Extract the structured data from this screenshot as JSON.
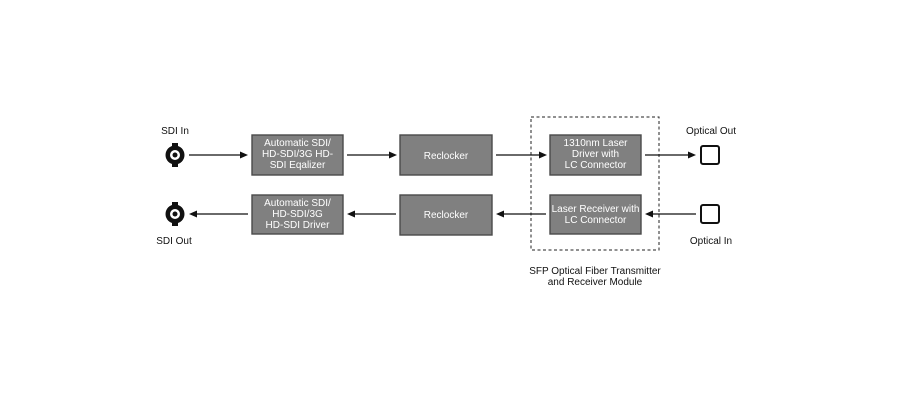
{
  "labels": {
    "sdi_in": "SDI In",
    "sdi_out": "SDI Out",
    "optical_out": "Optical Out",
    "optical_in": "Optical In",
    "module_caption": [
      "SFP Optical Fiber Transmitter",
      "and Receiver Module"
    ]
  },
  "blocks": {
    "equalizer": [
      "Automatic SDI/",
      "HD-SDI/3G HD-",
      "SDI Eqalizer"
    ],
    "reclocker_top": [
      "Reclocker"
    ],
    "laser_driver": [
      "1310nm Laser",
      "Driver with",
      "LC Connector"
    ],
    "sdi_driver": [
      "Automatic SDI/",
      "HD-SDI/3G",
      "HD-SDI Driver"
    ],
    "reclocker_bottom": [
      "Reclocker"
    ],
    "laser_receiver": [
      "Laser Receiver with",
      "LC Connector"
    ]
  },
  "colors": {
    "block_fill": "#808080",
    "block_stroke": "#4a4a4a",
    "line": "#111111"
  },
  "icons": {
    "sdi_connector": "bnc-connector-icon",
    "optical_port": "optical-port-icon"
  }
}
